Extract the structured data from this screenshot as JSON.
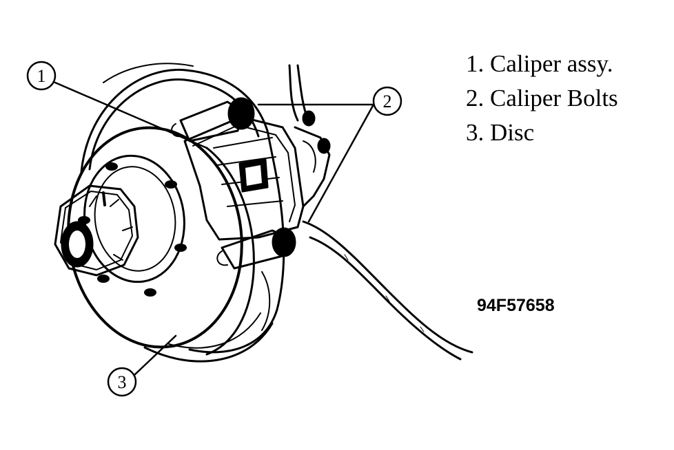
{
  "legend": {
    "items": [
      "1. Caliper assy.",
      "2. Caliper Bolts",
      "3. Disc"
    ]
  },
  "callouts": [
    "1",
    "2",
    "3"
  ],
  "figure_code": "94F57658"
}
